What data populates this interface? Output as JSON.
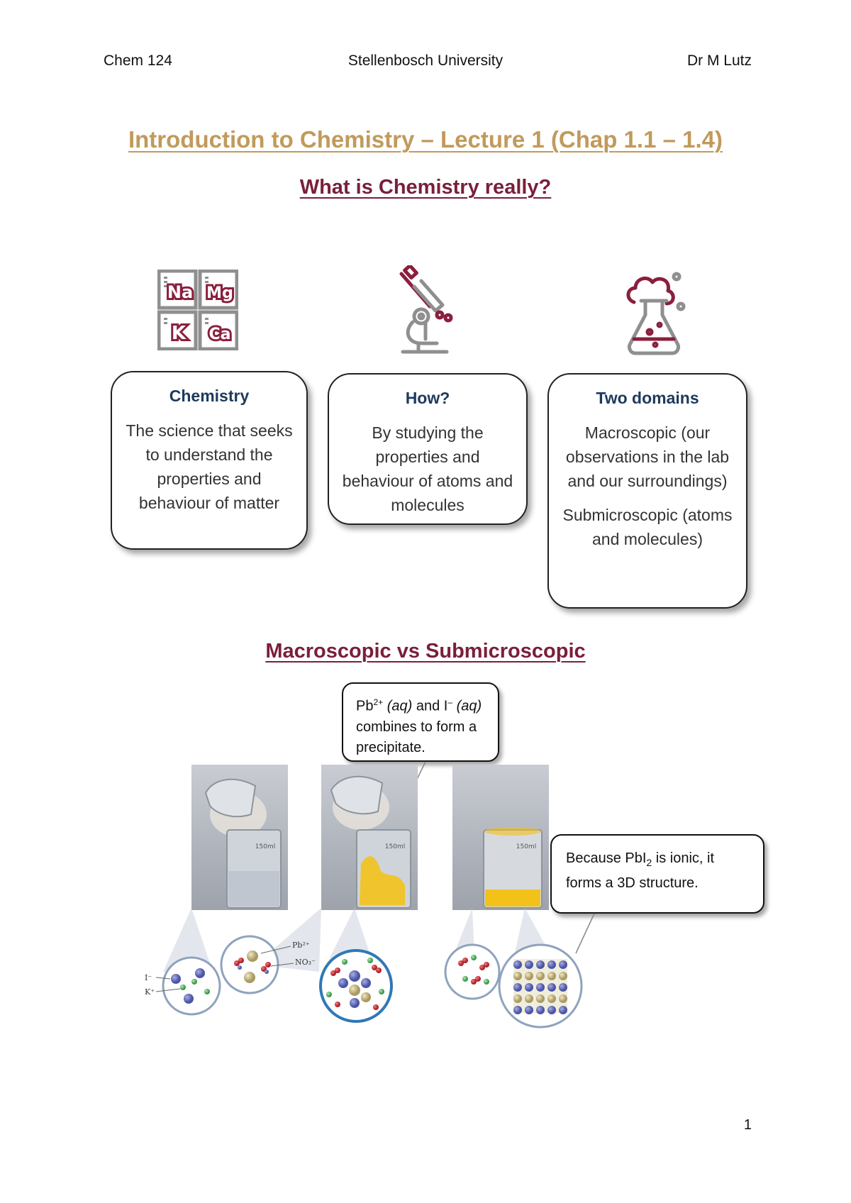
{
  "header": {
    "course": "Chem 124",
    "university": "Stellenbosch University",
    "lecturer": "Dr M Lutz"
  },
  "title": "Introduction to Chemistry – Lecture 1 (Chap 1.1 – 1.4)",
  "section1": {
    "heading": "What is Chemistry really?",
    "periodic_tiles": [
      "Na",
      "Mg",
      "K",
      "Ca"
    ],
    "icons": [
      "periodic-table-icon",
      "microscope-icon",
      "flask-icon"
    ],
    "cards": [
      {
        "title": "Chemistry",
        "body": [
          "The science that seeks to understand the properties and behaviour of matter"
        ]
      },
      {
        "title": "How?",
        "body": [
          "By studying the properties and behaviour of atoms and molecules"
        ]
      },
      {
        "title": "Two domains",
        "body": [
          "Macroscopic (our observations in the lab and our surroundings)",
          "Submicroscopic (atoms and molecules)"
        ]
      }
    ]
  },
  "section2": {
    "heading": "Macroscopic vs Submicroscopic",
    "callout1": {
      "pb": "Pb",
      "pb_charge": "2+",
      "aq1": "(aq)",
      "and": "and I",
      "i_charge": "–",
      "aq2": "(aq)",
      "rest": "combines to form a precipitate."
    },
    "callout2": {
      "before": "Because PbI",
      "sub": "2",
      "after": "is ionic, it forms a 3D structure."
    },
    "labels": {
      "iodide": "I⁻",
      "potassium": "K⁺",
      "lead": "Pb²⁺",
      "nitrate": "NO₃⁻",
      "beaker": "150ml"
    }
  },
  "page_number": "1",
  "colors": {
    "title_gold": "#c19a5b",
    "heading_maroon": "#7a1f3a",
    "card_title_navy": "#1d3a5c",
    "precipitate_yellow": "#f3c21a"
  }
}
